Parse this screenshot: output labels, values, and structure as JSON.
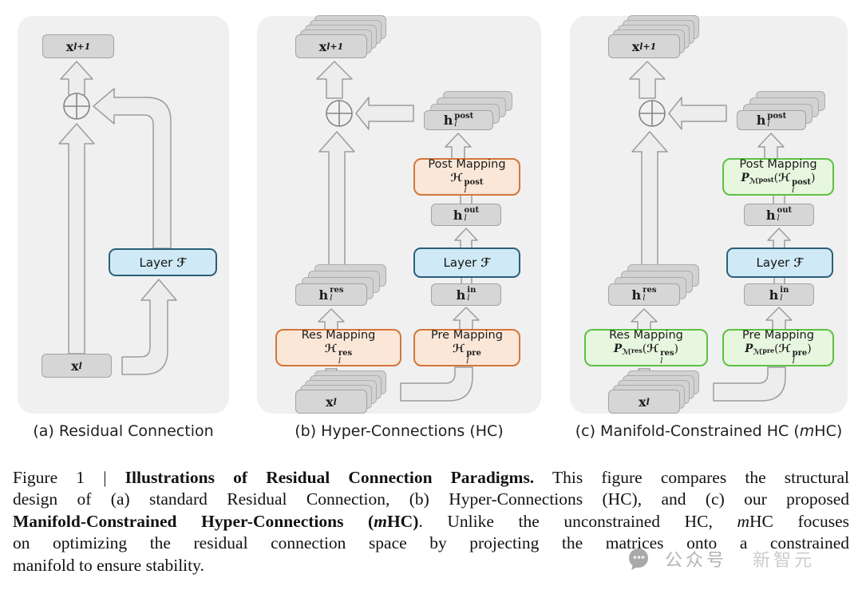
{
  "panels": {
    "a": {
      "caption": "(a) Residual Connection",
      "x_out": {
        "base": "x",
        "sub": "l+1"
      },
      "x_in": {
        "base": "x",
        "sub": "l"
      },
      "layer": {
        "title": "Layer",
        "symbol": "ℱ"
      }
    },
    "b": {
      "caption": "(b) Hyper-Connections (HC)",
      "x_out": {
        "base": "x",
        "sub": "l+1"
      },
      "x_in": {
        "base": "x",
        "sub": "l"
      },
      "h_post": {
        "base": "h",
        "sub": "l",
        "sup": "post"
      },
      "h_out": {
        "base": "h",
        "sub": "l",
        "sup": "out"
      },
      "h_in": {
        "base": "h",
        "sub": "l",
        "sup": "in"
      },
      "h_res": {
        "base": "h",
        "sub": "l",
        "sup": "res"
      },
      "layer": {
        "title": "Layer",
        "symbol": "ℱ"
      },
      "post_mapping": {
        "title": "Post Mapping",
        "sym": "ℋ",
        "sub": "l",
        "sup": "post"
      },
      "res_mapping": {
        "title": "Res Mapping",
        "sym": "ℋ",
        "sub": "l",
        "sup": "res"
      },
      "pre_mapping": {
        "title": "Pre Mapping",
        "sym": "ℋ",
        "sub": "l",
        "sup": "pre"
      }
    },
    "c": {
      "caption_pre": "(c) Manifold-Constrained HC (",
      "caption_m": "m",
      "caption_post": "HC)",
      "x_out": {
        "base": "x",
        "sub": "l+1"
      },
      "x_in": {
        "base": "x",
        "sub": "l"
      },
      "h_post": {
        "base": "h",
        "sub": "l",
        "sup": "post"
      },
      "h_out": {
        "base": "h",
        "sub": "l",
        "sup": "out"
      },
      "h_in": {
        "base": "h",
        "sub": "l",
        "sup": "in"
      },
      "h_res": {
        "base": "h",
        "sub": "l",
        "sup": "res"
      },
      "layer": {
        "title": "Layer",
        "symbol": "ℱ"
      },
      "post_mapping": {
        "title": "Post Mapping",
        "p": "P",
        "m": "ℳ",
        "msup": "post",
        "open": "(",
        "sym": "ℋ",
        "sub": "l",
        "sup": "post",
        "close": ")"
      },
      "res_mapping": {
        "title": "Res Mapping",
        "p": "P",
        "m": "ℳ",
        "msup": "res",
        "open": "(",
        "sym": "ℋ",
        "sub": "l",
        "sup": "res",
        "close": ")"
      },
      "pre_mapping": {
        "title": "Pre Mapping",
        "p": "P",
        "m": "ℳ",
        "msup": "pre",
        "open": "(",
        "sym": "ℋ",
        "sub": "l",
        "sup": "pre",
        "close": ")"
      }
    }
  },
  "figure_caption": {
    "l1": [
      {
        "t": "Figure 1 | "
      },
      {
        "t": "Illustrations of Residual Connection Paradigms."
      },
      {
        "t": " This figure compares the structural"
      }
    ],
    "l2": [
      {
        "t": "design of (a) standard Residual Connection, (b) Hyper-Connections (HC), and (c) our proposed"
      }
    ],
    "l3": [
      {
        "t": "Manifold-Constrained Hyper-Connections ("
      },
      {
        "t": "m"
      },
      {
        "t": "HC)"
      },
      {
        "t": ". Unlike the unconstrained HC, "
      },
      {
        "t": "m"
      },
      {
        "t": "HC focuses"
      }
    ],
    "l4": [
      {
        "t": "on optimizing the residual connection space by projecting the matrices onto a constrained"
      }
    ],
    "l5": [
      {
        "t": "manifold to ensure stability."
      }
    ]
  },
  "watermark": {
    "text_1": "公众号",
    "text_2": "新智元"
  },
  "colors": {
    "panel_bg": "#f0f0f1",
    "gray_box_fill": "#d6d6d7",
    "gray_box_border": "#a2a2a2",
    "blue_fill": "#d0e9f6",
    "blue_border": "#2a5f78",
    "orange_fill": "#fbe7d7",
    "orange_border": "#d4753a",
    "green_fill": "#e7f6df",
    "green_border": "#5ec143",
    "arrow_fill": "#ededee",
    "arrow_stroke": "#9c9c9c"
  }
}
